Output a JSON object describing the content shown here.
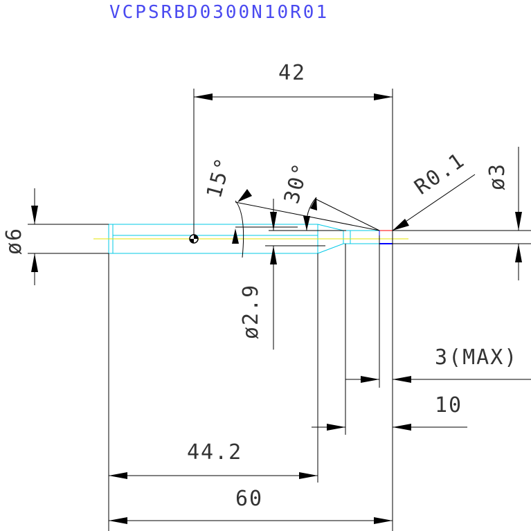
{
  "title": "VCPSRBD0300N10R01",
  "dimensions": {
    "overall_length": "42",
    "angle_15": "15°",
    "angle_30": "30°",
    "corner_radius": "R0.1",
    "tip_diameter": "ø3",
    "shank_diameter": "ø6",
    "neck_diameter": "ø2.9",
    "max_depth": "3(MAX)",
    "flute_length": "10",
    "reach_length": "44.2",
    "total_length": "60"
  },
  "colors": {
    "title": "#4a4af0",
    "tool_outline": "#00c8e6",
    "centerline": "#e6e600",
    "tip_red": "#ff0000",
    "tip_blue": "#0000ff",
    "dimension": "#000000"
  }
}
